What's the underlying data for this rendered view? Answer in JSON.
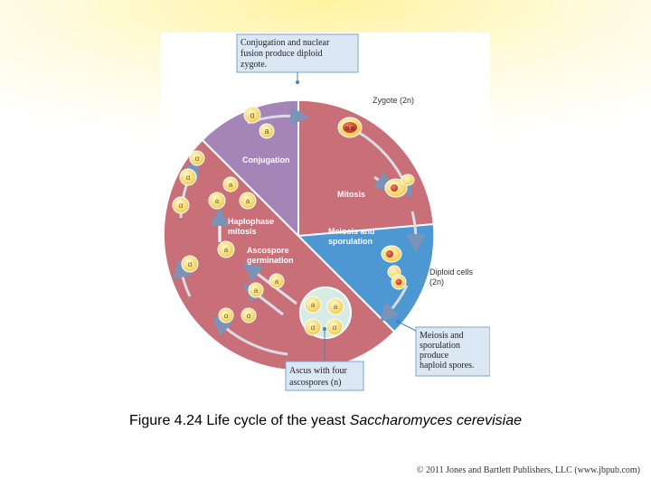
{
  "figure": {
    "callouts": {
      "top": [
        "Conjugation and nuclear",
        "fusion produce diploid",
        "zygote."
      ],
      "right": [
        "Meiosis and",
        "sporulation",
        "produce",
        "haploid spores."
      ],
      "bottom": [
        "Ascus with four",
        "ascospores (n)"
      ]
    },
    "labels": {
      "zygote": "Zygote (2n)",
      "conjugation": "Conjugation",
      "mitosis": "Mitosis",
      "meiosis_sporulation": [
        "Meiosis and",
        "sporulation"
      ],
      "haplophase_mitosis": [
        "Haplophase",
        "mitosis"
      ],
      "ascospore_germination": [
        "Ascospore",
        "germination"
      ],
      "diploid_cells": [
        "Diploid cells",
        "(2n)"
      ]
    },
    "cell_labels": {
      "alpha": "α",
      "a": "a",
      "zygote": "α a"
    },
    "colors": {
      "haploid_sector": "#c96f78",
      "diploid_sector": "#c96f78",
      "conjugation_sector": "#a585b8",
      "meiosis_sector": "#4d97d3",
      "callout_bg": "#dbe8f4",
      "cell_yellow": "#f6dc72",
      "cell_red": "#c0392b"
    }
  },
  "caption": {
    "prefix": "Figure 4.24 Life cycle of the yeast ",
    "species": "Saccharomyces cerevisiae"
  },
  "copyright": "© 2011 Jones and Bartlett Publishers, LLC (www.jbpub.com)"
}
